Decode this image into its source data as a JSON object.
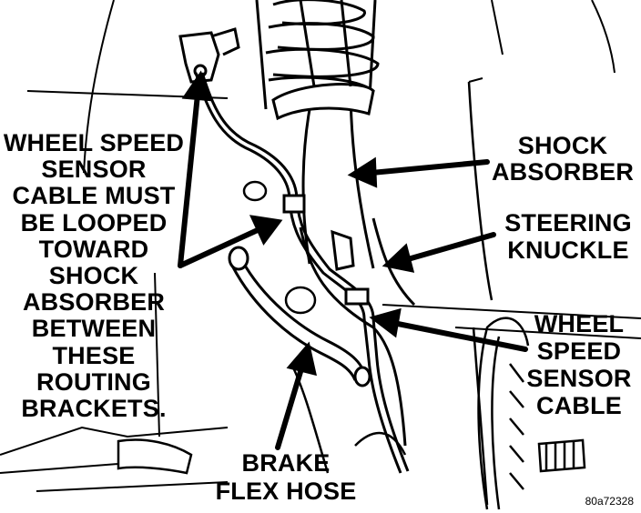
{
  "labels": {
    "loop_note": [
      "WHEEL SPEED",
      "SENSOR",
      "CABLE MUST",
      "BE LOOPED",
      "TOWARD",
      "SHOCK",
      "ABSORBER",
      "BETWEEN",
      "THESE",
      "ROUTING",
      "BRACKETS."
    ],
    "shock_absorber": [
      "SHOCK",
      "ABSORBER"
    ],
    "steering_knuckle": [
      "STEERING",
      "KNUCKLE"
    ],
    "wheel_speed_sensor_cable": [
      "WHEEL",
      "SPEED",
      "SENSOR",
      "CABLE"
    ],
    "brake_flex_hose": [
      "BRAKE",
      "FLEX HOSE"
    ]
  },
  "figure_id": "80a72328",
  "colors": {
    "ink": "#000000",
    "paper": "#ffffff"
  }
}
